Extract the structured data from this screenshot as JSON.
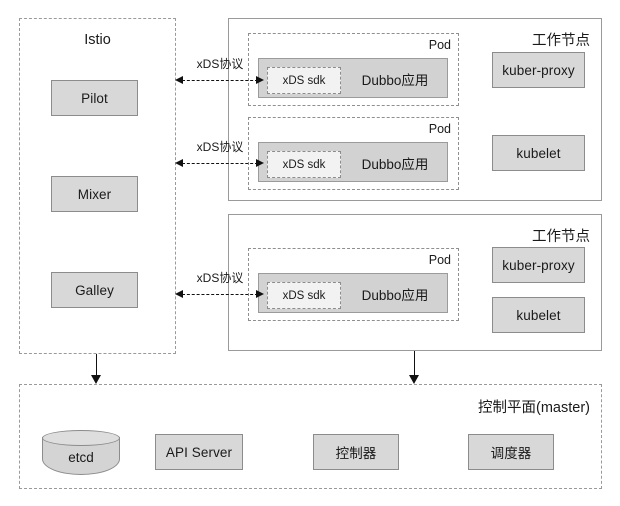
{
  "diagram": {
    "title": "Istio xDS / Kubernetes architecture diagram",
    "colors": {
      "box_fill": "#d8d8d8",
      "box_border": "#8c8c8c",
      "container_border": "#9a9a9a",
      "sdk_fill": "#f2f2f2",
      "arrow": "#111111",
      "background": "#ffffff"
    }
  },
  "istio_panel": {
    "title": "Istio",
    "components": [
      {
        "label": "Pilot"
      },
      {
        "label": "Mixer"
      },
      {
        "label": "Galley"
      }
    ]
  },
  "worker_nodes": [
    {
      "title": "工作节点",
      "pods": [
        {
          "label": "Pod",
          "sdk_label": "xDS sdk",
          "app_label": "Dubbo应用"
        },
        {
          "label": "Pod",
          "sdk_label": "xDS sdk",
          "app_label": "Dubbo应用"
        }
      ],
      "agents": [
        {
          "label": "kuber-proxy"
        },
        {
          "label": "kubelet"
        }
      ]
    },
    {
      "title": "工作节点",
      "pods": [
        {
          "label": "Pod",
          "sdk_label": "xDS sdk",
          "app_label": "Dubbo应用"
        }
      ],
      "agents": [
        {
          "label": "kuber-proxy"
        },
        {
          "label": "kubelet"
        }
      ]
    }
  ],
  "connections": [
    {
      "label": "xDS协议",
      "from": "Istio",
      "to": "Pod 1 xDS sdk",
      "style": "dashed-bidirectional"
    },
    {
      "label": "xDS协议",
      "from": "Istio",
      "to": "Pod 2 xDS sdk",
      "style": "dashed-bidirectional"
    },
    {
      "label": "xDS协议",
      "from": "Istio",
      "to": "Pod 3 xDS sdk",
      "style": "dashed-bidirectional"
    },
    {
      "label": "",
      "from": "Istio",
      "to": "控制平面(master)",
      "style": "solid-down-arrow"
    },
    {
      "label": "",
      "from": "工作节点 2",
      "to": "控制平面(master)",
      "style": "solid-down-arrow"
    }
  ],
  "control_plane": {
    "title": "控制平面(master)",
    "components": [
      {
        "label": "etcd",
        "shape": "cylinder"
      },
      {
        "label": "API Server",
        "shape": "rect"
      },
      {
        "label": "控制器",
        "shape": "rect"
      },
      {
        "label": "调度器",
        "shape": "rect"
      }
    ]
  }
}
